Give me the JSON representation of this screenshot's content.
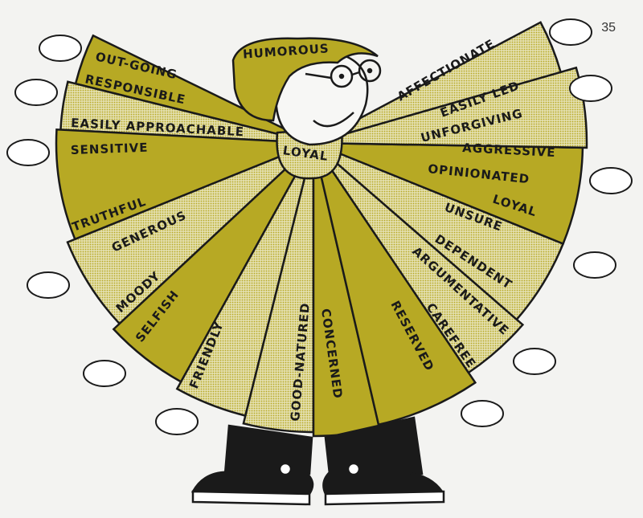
{
  "page_number": "35",
  "colors": {
    "dark_wedge": "#b7a924",
    "light_wedge": "#d6d190",
    "outline": "#1a1a1a",
    "background": "#f3f3f1"
  },
  "head_label": "HUMOROUS",
  "neck_label": "LOYAL",
  "left_labels": [
    "OUT-GOING",
    "RESPONSIBLE",
    "EASILY APPROACHABLE",
    "SENSITIVE",
    "TRUTHFUL",
    "GENEROUS",
    "MOODY",
    "SELFISH",
    "FRIENDLY",
    "GOOD-NATURED"
  ],
  "right_labels": [
    "AFFECTIONATE",
    "EASILY LED",
    "UNFORGIVING",
    "AGGRESSIVE",
    "OPINIONATED",
    "LOYAL",
    "UNSURE",
    "DEPENDENT",
    "ARGUMENTATIVE",
    "CAREFREE",
    "RESERVED",
    "CONCERNED"
  ]
}
